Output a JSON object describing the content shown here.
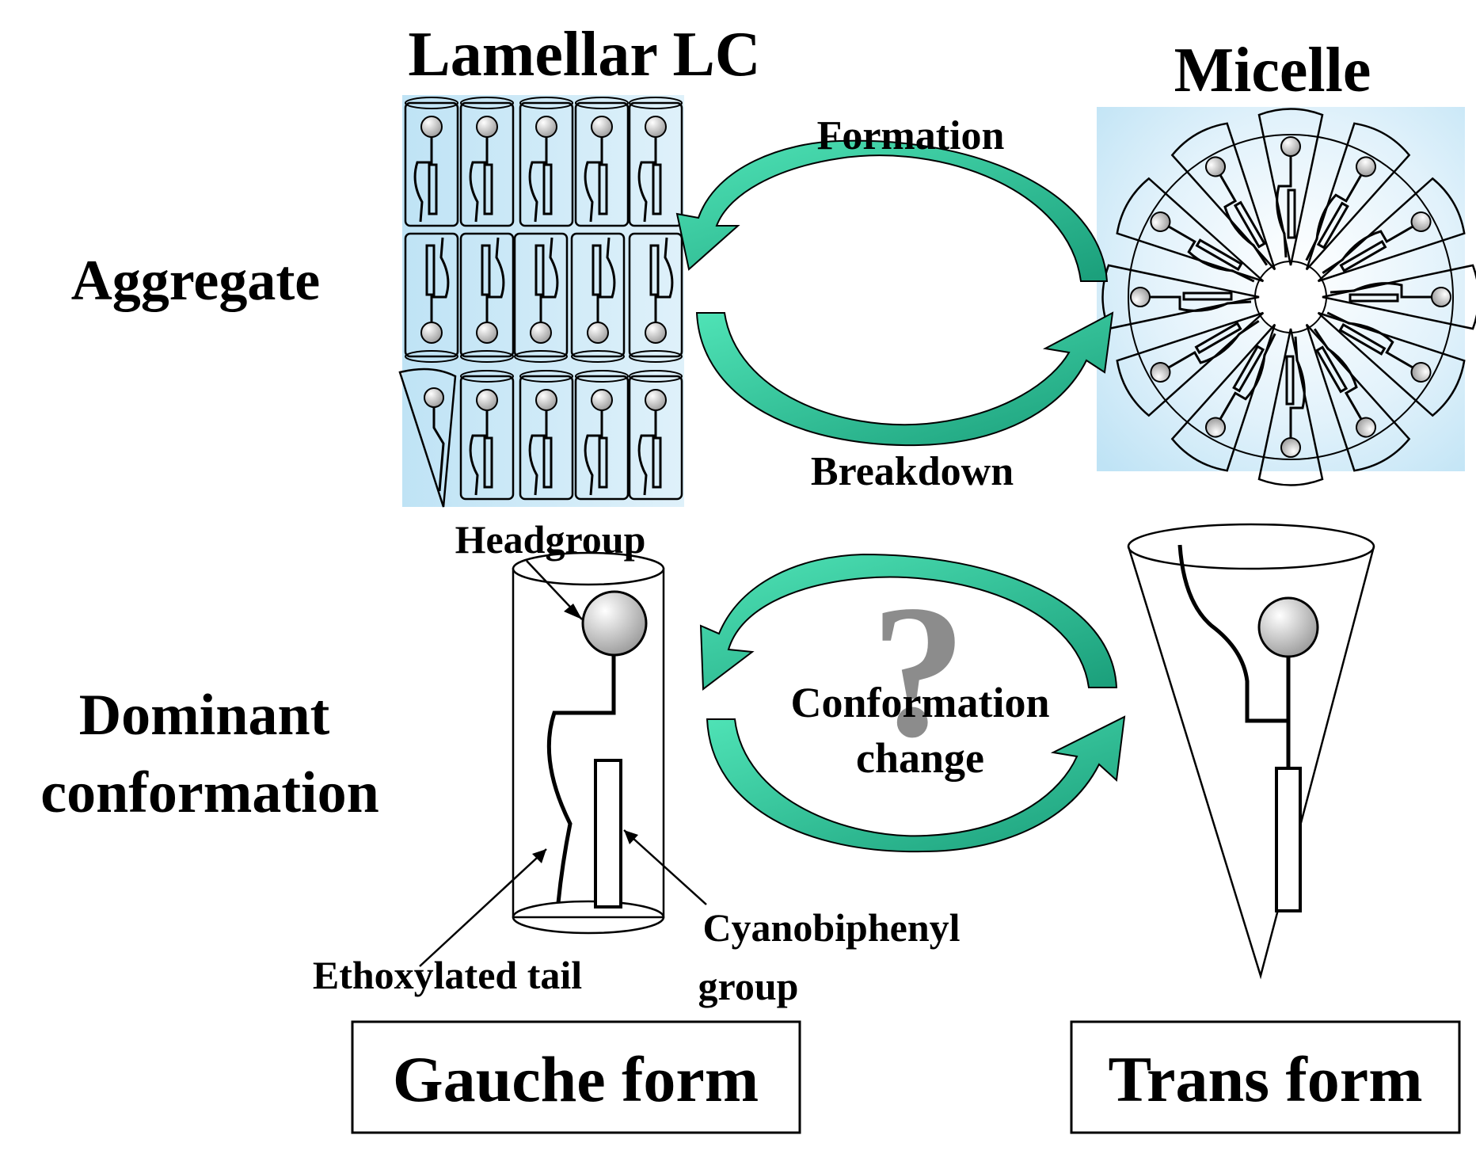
{
  "labels": {
    "lamellar_lc": "Lamellar LC",
    "micelle": "Micelle",
    "aggregate": "Aggregate",
    "dominant_line1": "Dominant",
    "dominant_line2": "conformation",
    "formation": "Formation",
    "breakdown": "Breakdown",
    "headgroup": "Headgroup",
    "question_mark": "?",
    "conformation_change_line1": "Conformation",
    "conformation_change_line2": "change",
    "cyanobiphenyl_line1": "Cyanobiphenyl",
    "cyanobiphenyl_line2": "group",
    "ethoxylated_tail": "Ethoxylated tail",
    "gauche_form": "Gauche form",
    "trans_form": "Trans form"
  },
  "colors": {
    "arrow_fill": "#1a9e7a",
    "arrow_highlight": "#4fe3b6",
    "panel_bg": "#c6e6f6",
    "head_gray": "#bdbdbd",
    "question_gray": "#8c8c8c"
  }
}
